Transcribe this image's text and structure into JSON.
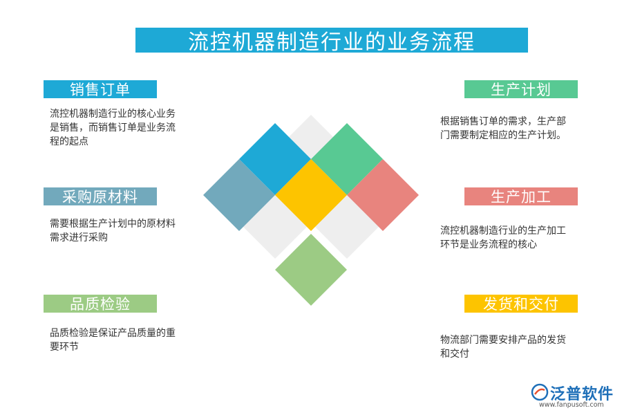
{
  "title": "流控机器制造行业的业务流程",
  "steps": {
    "sales": {
      "label": "销售订单",
      "desc": "流控机器制造行业的核心业务是销售，而销售订单是业务流程的起点",
      "color": "#1ea9d6"
    },
    "purchase": {
      "label": "采购原材料",
      "desc": "需要根据生产计划中的原材料需求进行采购",
      "color": "#72a9bc"
    },
    "quality": {
      "label": "品质检验",
      "desc": "品质检验是保证产品质量的重要环节",
      "color": "#9ccb84"
    },
    "plan": {
      "label": "生产计划",
      "desc": "根据销售订单的需求，生产部门需要制定相应的生产计划。",
      "color": "#58c993"
    },
    "process": {
      "label": "生产加工",
      "desc": "流控机器制造行业的生产加工环节是业务流程的核心",
      "color": "#e8847e"
    },
    "delivery": {
      "label": "发货和交付",
      "desc": "物流部门需要安排产品的发货和交付",
      "color": "#fdc400"
    }
  },
  "logo": {
    "name": "泛普软件",
    "url": "www.fanpusoft.com"
  }
}
